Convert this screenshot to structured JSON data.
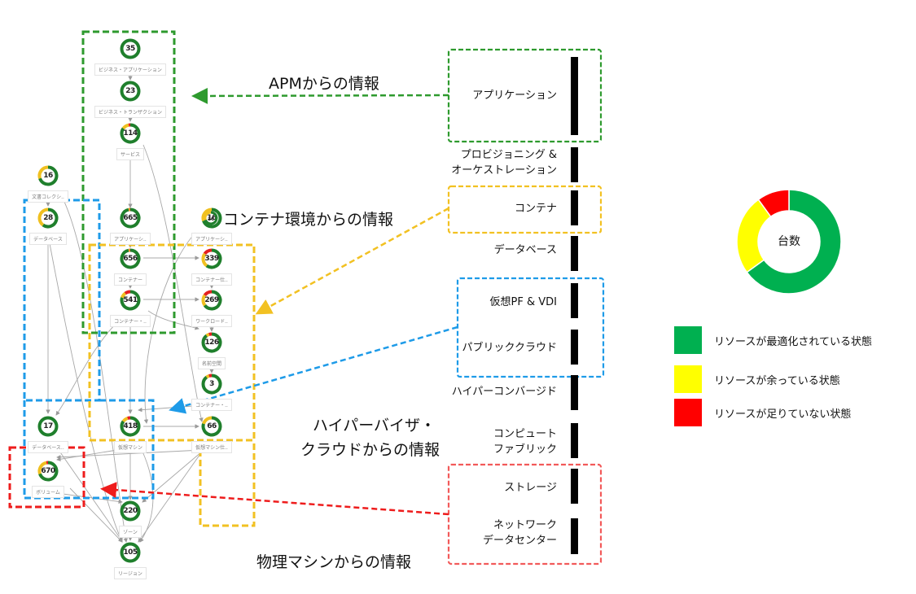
{
  "topology": {
    "nodes": [
      {
        "id": "biz-app",
        "count": "35",
        "label": "ビジネス・アプリケーション",
        "status": {
          "green": 1.0,
          "yellow": 0,
          "red": 0
        }
      },
      {
        "id": "biz-txn",
        "count": "23",
        "label": "ビジネス・トランザクション",
        "status": {
          "green": 1.0,
          "yellow": 0,
          "red": 0
        }
      },
      {
        "id": "service",
        "count": "114",
        "label": "サービス",
        "status": {
          "green": 0.85,
          "yellow": 0.12,
          "red": 0.03
        }
      },
      {
        "id": "doc-coll",
        "count": "16",
        "label": "文書コレクシ..",
        "status": {
          "green": 0.7,
          "yellow": 0.3,
          "red": 0
        }
      },
      {
        "id": "database",
        "count": "28",
        "label": "データベース",
        "status": {
          "green": 0.6,
          "yellow": 0.4,
          "red": 0
        }
      },
      {
        "id": "app1",
        "count": "665",
        "label": "アプリケーシ..",
        "status": {
          "green": 0.97,
          "yellow": 0.02,
          "red": 0.01
        }
      },
      {
        "id": "app2",
        "count": "16",
        "label": "アプリケーシ..",
        "status": {
          "green": 0.7,
          "yellow": 0.3,
          "red": 0
        }
      },
      {
        "id": "container",
        "count": "656",
        "label": "コンテナー",
        "status": {
          "green": 0.97,
          "yellow": 0.02,
          "red": 0.01
        }
      },
      {
        "id": "container-spec",
        "count": "339",
        "label": "コンテナー仕..",
        "status": {
          "green": 0.6,
          "yellow": 0.25,
          "red": 0.15
        }
      },
      {
        "id": "container-2",
        "count": "541",
        "label": "コンテナー・..",
        "status": {
          "green": 0.8,
          "yellow": 0.1,
          "red": 0.1
        }
      },
      {
        "id": "workload",
        "count": "269",
        "label": "ワークロード..",
        "status": {
          "green": 0.65,
          "yellow": 0.2,
          "red": 0.15
        }
      },
      {
        "id": "namespace",
        "count": "126",
        "label": "名前空間",
        "status": {
          "green": 0.9,
          "yellow": 0.05,
          "red": 0.05
        }
      },
      {
        "id": "container-3",
        "count": "3",
        "label": "コンテナー・..",
        "status": {
          "green": 0.9,
          "yellow": 0.05,
          "red": 0.05
        }
      },
      {
        "id": "db-2",
        "count": "17",
        "label": "データベース..",
        "status": {
          "green": 1.0,
          "yellow": 0,
          "red": 0
        }
      },
      {
        "id": "vm",
        "count": "418",
        "label": "仮想マシン",
        "status": {
          "green": 0.85,
          "yellow": 0.1,
          "red": 0.05
        }
      },
      {
        "id": "vm-spec",
        "count": "66",
        "label": "仮想マシン仕..",
        "status": {
          "green": 0.8,
          "yellow": 0.2,
          "red": 0
        }
      },
      {
        "id": "volume",
        "count": "670",
        "label": "ボリューム",
        "status": {
          "green": 0.7,
          "yellow": 0.27,
          "red": 0.03
        }
      },
      {
        "id": "zone",
        "count": "220",
        "label": "ゾーン",
        "status": {
          "green": 1.0,
          "yellow": 0,
          "red": 0
        }
      },
      {
        "id": "region",
        "count": "105",
        "label": "リージョン",
        "status": {
          "green": 1.0,
          "yellow": 0,
          "red": 0
        }
      }
    ]
  },
  "callouts": {
    "apm": "APMからの情報",
    "container": "コンテナ環境からの情報",
    "hypervisor_line1": "ハイパーバイザ・",
    "hypervisor_line2": "クラウドからの情報",
    "physical": "物理マシンからの情報"
  },
  "stack_layers": [
    {
      "lines": [
        "アプリケーション"
      ]
    },
    {
      "lines": [
        "プロビジョニング &",
        "オーケストレーション"
      ]
    },
    {
      "lines": [
        "コンテナ"
      ]
    },
    {
      "lines": [
        "データベース"
      ]
    },
    {
      "lines": [
        "仮想PF & VDI"
      ]
    },
    {
      "lines": [
        "パブリッククラウド"
      ]
    },
    {
      "lines": [
        "ハイパーコンバージド"
      ]
    },
    {
      "lines": [
        "コンピュート",
        "ファブリック"
      ]
    },
    {
      "lines": [
        "ストレージ"
      ]
    },
    {
      "lines": [
        "ネットワーク",
        "データセンター"
      ]
    }
  ],
  "colors": {
    "apm_green": "#2e9a2e",
    "container_yellow": "#f2c122",
    "hypervisor_blue": "#1e9be8",
    "physical_red": "#ee1c1c",
    "physical_box_red": "#f25a5a",
    "status_green": "#00b050",
    "status_yellow": "#ffff00",
    "status_red": "#ff0000",
    "ring_green": "#1f7f2c",
    "ring_yellow": "#f0c020",
    "ring_red": "#e32020"
  },
  "chart_data": {
    "type": "pie",
    "title": "台数",
    "categories": [
      "リソースが最適化されている状態",
      "リソースが余っている状態",
      "リソースが足りていない状態"
    ],
    "values": [
      65,
      25,
      10
    ],
    "colors": [
      "#00b050",
      "#ffff00",
      "#ff0000"
    ],
    "legend": "bottom"
  },
  "legend": {
    "items": [
      {
        "label": "リソースが最適化されている状態",
        "color": "#00b050"
      },
      {
        "label": "リソースが余っている状態",
        "color": "#ffff00"
      },
      {
        "label": "リソースが足りていない状態",
        "color": "#ff0000"
      }
    ]
  }
}
